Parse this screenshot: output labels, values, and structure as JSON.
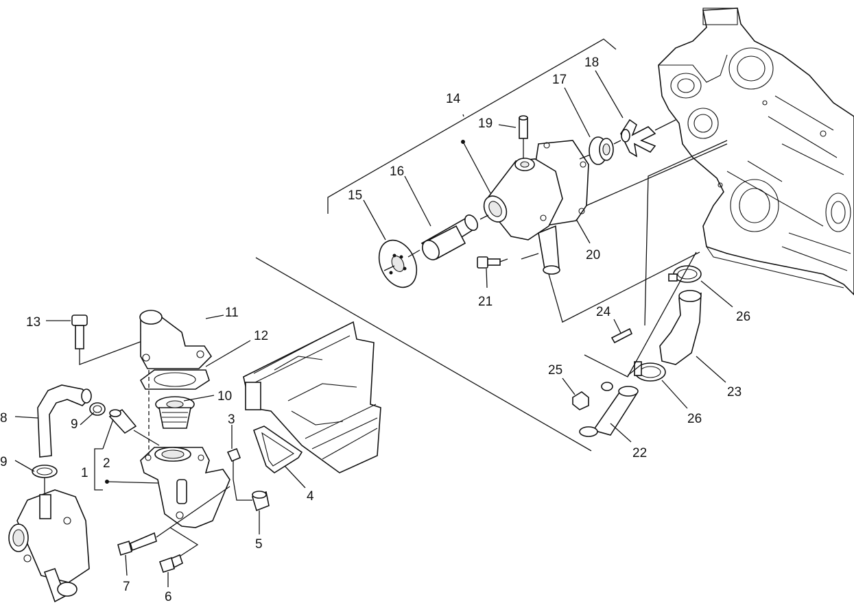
{
  "diagram": {
    "callouts": [
      {
        "id": "c1",
        "text": "1"
      },
      {
        "id": "c2",
        "text": "2"
      },
      {
        "id": "c3",
        "text": "3"
      },
      {
        "id": "c4",
        "text": "4"
      },
      {
        "id": "c5",
        "text": "5"
      },
      {
        "id": "c6",
        "text": "6"
      },
      {
        "id": "c7",
        "text": "7"
      },
      {
        "id": "c8",
        "text": "8"
      },
      {
        "id": "c9a",
        "text": "9"
      },
      {
        "id": "c9b",
        "text": "9"
      },
      {
        "id": "c10",
        "text": "10"
      },
      {
        "id": "c11",
        "text": "11"
      },
      {
        "id": "c12",
        "text": "12"
      },
      {
        "id": "c13",
        "text": "13"
      },
      {
        "id": "c14",
        "text": "14"
      },
      {
        "id": "c15",
        "text": "15"
      },
      {
        "id": "c16",
        "text": "16"
      },
      {
        "id": "c17",
        "text": "17"
      },
      {
        "id": "c18",
        "text": "18"
      },
      {
        "id": "c19",
        "text": "19"
      },
      {
        "id": "c20",
        "text": "20"
      },
      {
        "id": "c21",
        "text": "21"
      },
      {
        "id": "c22",
        "text": "22"
      },
      {
        "id": "c23",
        "text": "23"
      },
      {
        "id": "c24",
        "text": "24"
      },
      {
        "id": "c25",
        "text": "25"
      },
      {
        "id": "c26a",
        "text": "26"
      },
      {
        "id": "c26b",
        "text": "26"
      }
    ]
  }
}
